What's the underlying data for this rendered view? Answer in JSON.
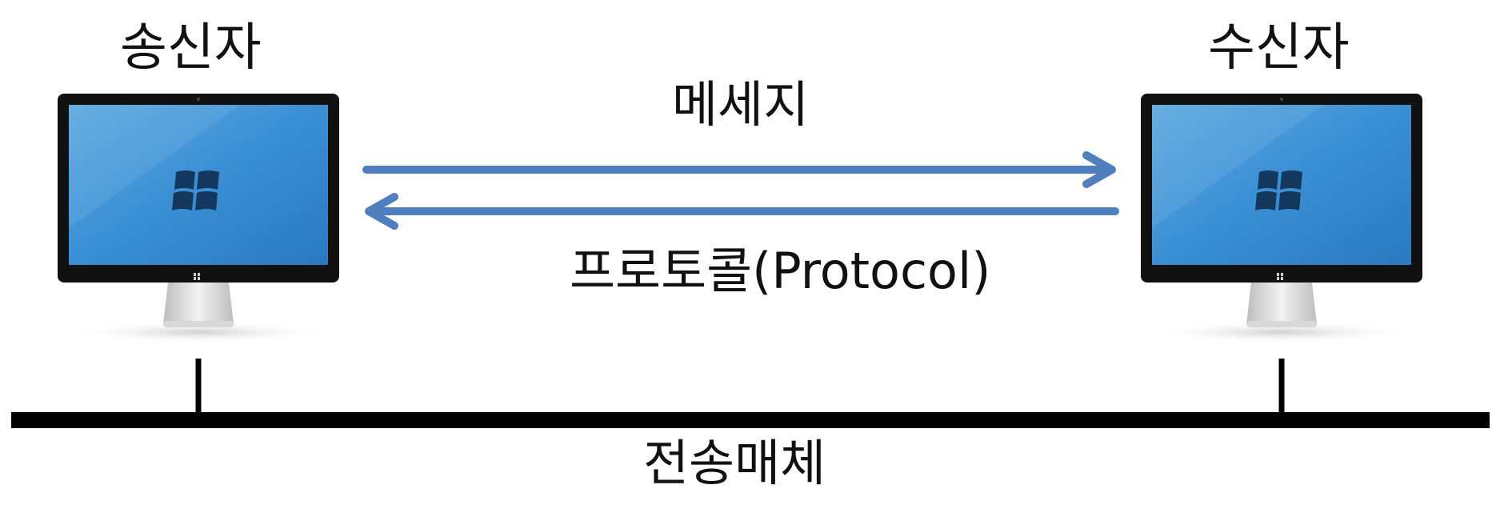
{
  "diagram": {
    "sender": {
      "label": "송신자",
      "icon": "monitor-windows-icon"
    },
    "receiver": {
      "label": "수신자",
      "icon": "monitor-windows-icon"
    },
    "message_label": "메세지",
    "protocol_label": "프로토콜(Protocol)",
    "medium_label": "전송매체",
    "arrow_color": "#4F7FBF",
    "line_color": "#000000",
    "screen_color": "#3A8FD4",
    "bezel_color": "#111111"
  }
}
